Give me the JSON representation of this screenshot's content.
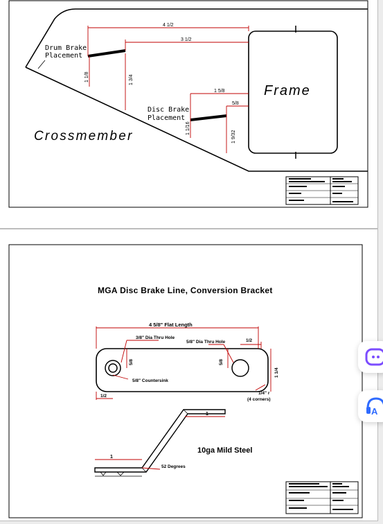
{
  "page1": {
    "labels": {
      "drum": [
        "Drum Brake",
        "Placement"
      ],
      "disc": [
        "Disc Brake",
        "Placement"
      ],
      "frame": "Frame",
      "crossmember": "Crossmember"
    },
    "dims": {
      "top_width": "4 1/2",
      "drum_span": "3 1/2",
      "disc_span": "1 5/8",
      "small_span": "5/8",
      "left_height": "1 1/8",
      "drum_height": "1 3/4",
      "disc_left_height": "1 1/16",
      "disc_right_height": "1 9/32"
    }
  },
  "page2": {
    "title": "MGA Disc Brake Line, Conversion Bracket",
    "dims": {
      "flat_length": "4 5/8\" Flat Length",
      "hole_left": "3/8\" Dia Thru Hole",
      "hole_right": "5/8\" Dia Thru Hole",
      "offset_right": "1/2",
      "height_left": "5/8",
      "height_right": "5/8",
      "overall_height": "1 1/4",
      "countersink": "5/8\" Countersink",
      "offset_left": "1/2",
      "corner_radius": "1/4\" r",
      "corners": "(4 corners)",
      "side_top": "1",
      "side_bottom": "1",
      "angle": "52 Degrees"
    },
    "material": "10ga Mild Steel"
  },
  "side_buttons": {
    "chat": {
      "icon": "chat-bubble-icon",
      "color": "#7c4dff"
    },
    "assistant": {
      "icon": "headset-translate-icon",
      "letter": "A",
      "color": "#2f6bff"
    }
  },
  "colors": {
    "dimension": "#c00000",
    "ink": "#000000"
  }
}
